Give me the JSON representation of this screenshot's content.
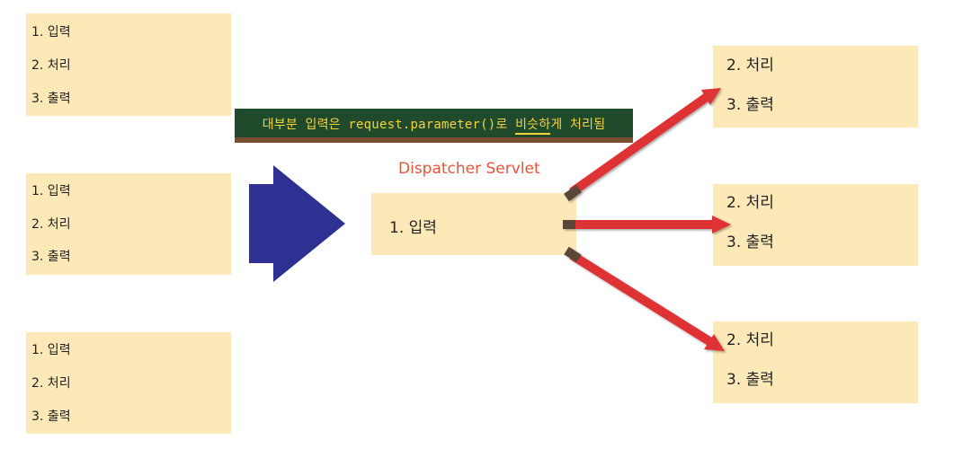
{
  "left_boxes": [
    {
      "items": [
        "1. 입력",
        "2. 처리",
        "3. 출력"
      ]
    },
    {
      "items": [
        "1. 입력",
        "2. 처리",
        "3. 출력"
      ]
    },
    {
      "items": [
        "1. 입력",
        "2. 처리",
        "3. 출력"
      ]
    }
  ],
  "banner": {
    "text_before": "대부분 입력은 request.parameter()로 ",
    "text_underlined": "비슷하",
    "text_after": "게 처리됨"
  },
  "servlet_title": "Dispatcher Servlet",
  "center_box": {
    "item": "1. 입력"
  },
  "right_boxes": [
    {
      "items": [
        "2. 처리",
        "3. 출력"
      ]
    },
    {
      "items": [
        "2. 처리",
        "3. 출력"
      ]
    },
    {
      "items": [
        "2. 처리",
        "3. 출력"
      ]
    }
  ],
  "colors": {
    "box_fill": "#fde9b8",
    "big_arrow": "#2e3192",
    "red_arrow": "#df3236",
    "banner_bg": "#1f4a2c",
    "banner_text": "#f7d13c",
    "servlet_title": "#e4553c"
  }
}
